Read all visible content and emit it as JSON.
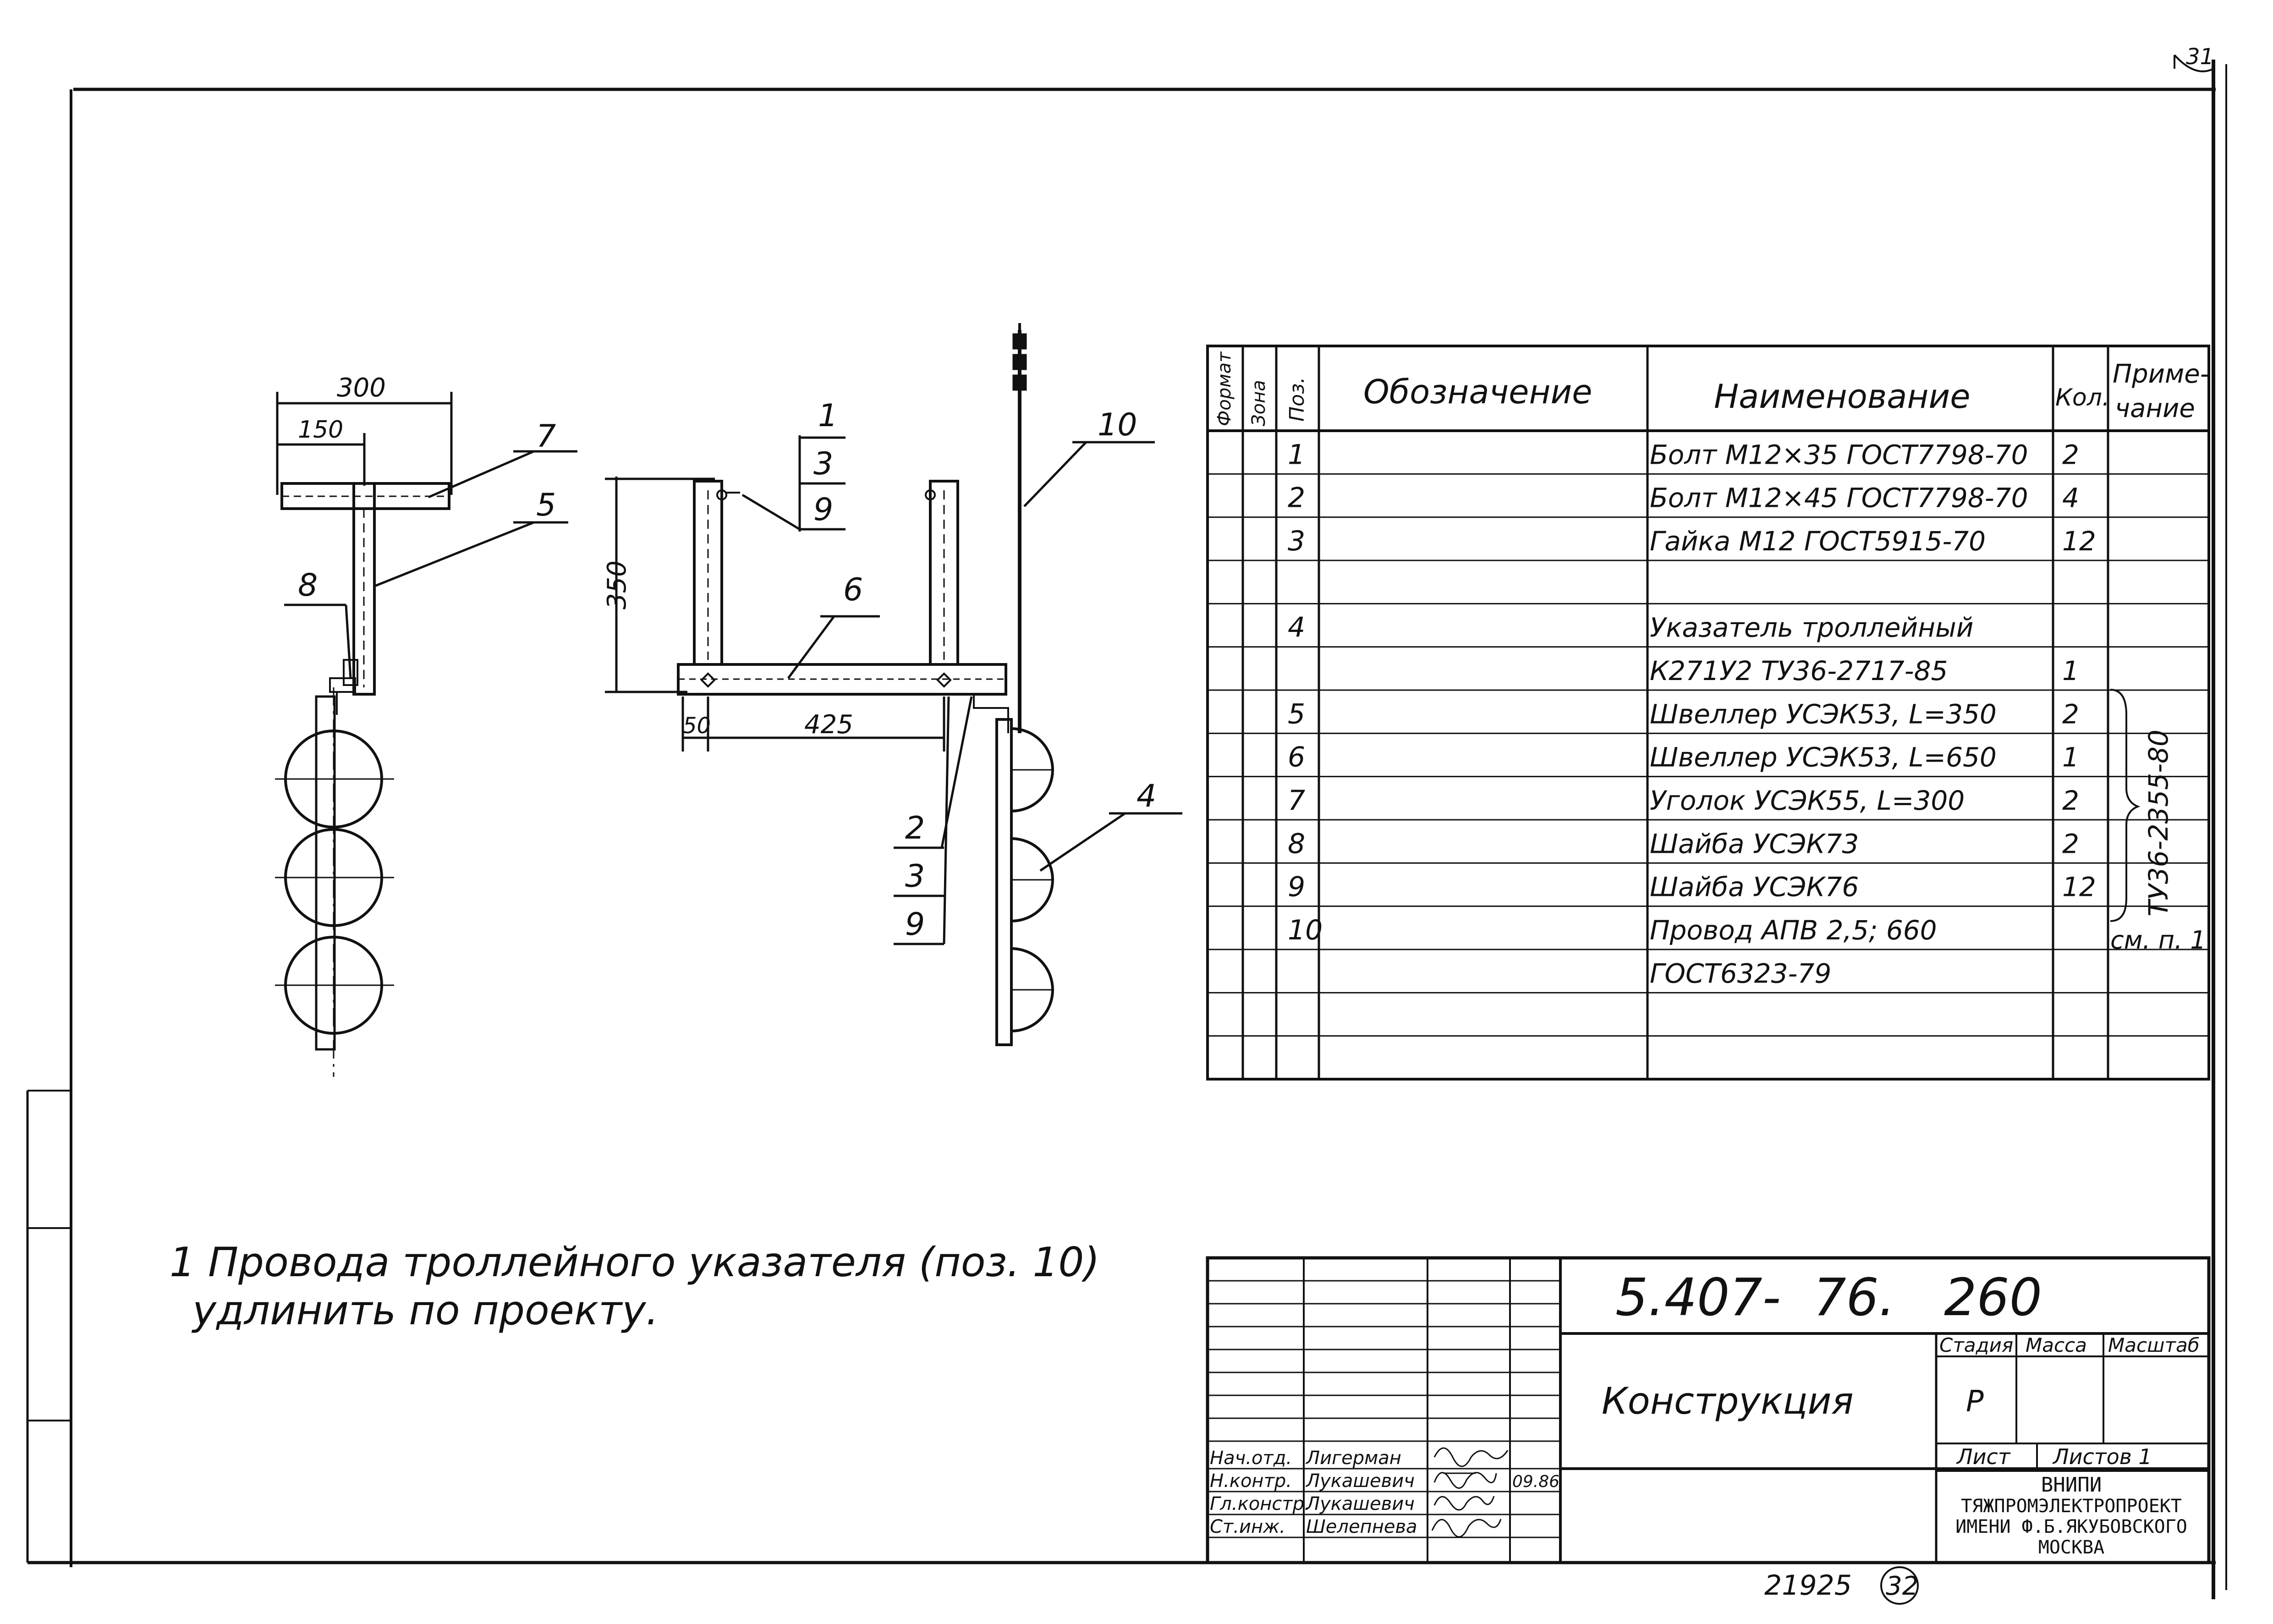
{
  "sheet_corner_mark": "31",
  "left_view": {
    "dim_top": "300",
    "dim_sub": "150",
    "callouts": [
      "7",
      "5",
      "8"
    ]
  },
  "middle_view": {
    "dim_height": "350",
    "dim_left": "50",
    "dim_span": "425",
    "stack_top": [
      "1",
      "3",
      "9"
    ],
    "callout_6": "6",
    "stack_bottom": [
      "2",
      "3",
      "9"
    ]
  },
  "right_view": {
    "callout_10": "10",
    "callout_4": "4"
  },
  "spec_table": {
    "headers": {
      "format": "Формат",
      "zone": "Зона",
      "pos": "Поз.",
      "designation": "Обозначение",
      "name": "Наименование",
      "qty": "Кол.",
      "note_line1": "Приме-",
      "note_line2": "чание"
    },
    "rows": [
      {
        "pos": "1",
        "name": "Болт М12×35 ГОСТ7798-70",
        "qty": "2"
      },
      {
        "pos": "2",
        "name": "Болт М12×45 ГОСТ7798-70",
        "qty": "4"
      },
      {
        "pos": "3",
        "name": "Гайка М12 ГОСТ5915-70",
        "qty": "12"
      },
      {
        "pos": "",
        "name": "",
        "qty": ""
      },
      {
        "pos": "4",
        "name": "Указатель троллейный",
        "qty": ""
      },
      {
        "pos": "",
        "name": "К271У2 ТУ36-2717-85",
        "qty": "1"
      },
      {
        "pos": "5",
        "name": "Швеллер УСЭК53, L=350",
        "qty": "2"
      },
      {
        "pos": "6",
        "name": "Швеллер УСЭК53, L=650",
        "qty": "1"
      },
      {
        "pos": "7",
        "name": "Уголок УСЭК55, L=300",
        "qty": "2"
      },
      {
        "pos": "8",
        "name": "Шайба УСЭК73",
        "qty": "2"
      },
      {
        "pos": "9",
        "name": "Шайба УСЭК76",
        "qty": "12"
      },
      {
        "pos": "10",
        "name": "Провод АПВ 2,5; 660",
        "qty": ""
      },
      {
        "pos": "",
        "name": "ГОСТ6323-79",
        "qty": ""
      },
      {
        "pos": "",
        "name": "",
        "qty": ""
      },
      {
        "pos": "",
        "name": "",
        "qty": ""
      }
    ],
    "note_group": "ТУ36-2355-80",
    "note_row10": "см. п. 1"
  },
  "note_text": {
    "line1": "1 Провода троллейного указателя (поз. 10)",
    "line2": "удлинить по проекту."
  },
  "title_block": {
    "code": "5.407-  76.   260",
    "title": "Конструкция",
    "stage_header": "Стадия",
    "mass_header": "Масса",
    "scale_header": "Масштаб",
    "stage_value": "Р",
    "sheet_label": "Лист",
    "sheets_label": "Листов 1",
    "org": [
      "ВНИПИ",
      "ТЯЖПРОМЭЛЕКТРОПРОЕКТ",
      "ИМЕНИ Ф.Б.ЯКУБОВСКОГО",
      "МОСКВА"
    ],
    "signatures": [
      {
        "role": "Нач.отд.",
        "name": "Лигерман",
        "date": ""
      },
      {
        "role": "Н.контр.",
        "name": "Лукашевич",
        "date": "09.86"
      },
      {
        "role": "Гл.констр.",
        "name": "Лукашевич",
        "date": ""
      },
      {
        "role": "Ст.инж.",
        "name": "Шелепнева",
        "date": ""
      }
    ]
  },
  "bottom_number": "21925",
  "bottom_circle_number": "32"
}
